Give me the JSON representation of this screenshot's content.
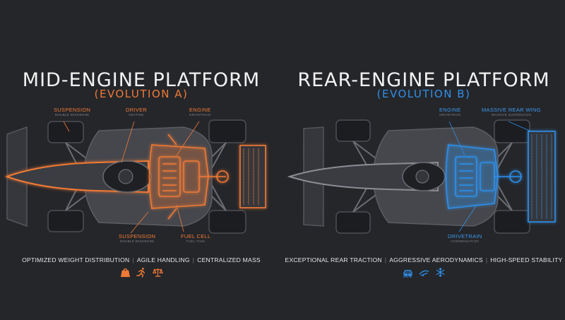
{
  "colors": {
    "background": "#25262a",
    "mid_accent": "#ef7a36",
    "rear_accent": "#2f8fe8"
  },
  "mid": {
    "title": "MID-ENGINE PLATFORM",
    "subtitle": "(EVOLUTION A)",
    "callouts": {
      "suspension_top": {
        "title": "SUSPENSION",
        "sub": "DOUBLE WISHBONE"
      },
      "driver": {
        "title": "DRIVER",
        "sub": "SEATING"
      },
      "engine": {
        "title": "ENGINE",
        "sub": "DRIVETRAIN"
      },
      "suspension_bottom": {
        "title": "SUSPENSION",
        "sub": "DOUBLE WISHBONE"
      },
      "fuel_cell": {
        "title": "FUEL CELL",
        "sub": "FUEL TANK"
      }
    },
    "features": [
      "OPTIMIZED WEIGHT DISTRIBUTION",
      "AGILE HANDLING",
      "CENTRALIZED MASS"
    ],
    "feature_separator": "|",
    "icons": [
      "weight-icon",
      "runner-icon",
      "balance-scale-icon"
    ]
  },
  "rear": {
    "title": "REAR-ENGINE PLATFORM",
    "subtitle": "(EVOLUTION B)",
    "callouts": {
      "engine": {
        "title": "ENGINE",
        "sub": "DRIVETRAIN"
      },
      "rear_wing": {
        "title": "MASSIVE REAR WING",
        "sub": "MASSIVE SUSPENSION"
      },
      "drivetrain": {
        "title": "DRIVETRAIN",
        "sub": "CONDENSATION"
      }
    },
    "features": [
      "EXCEPTIONAL REAR TRACTION",
      "AGGRESSIVE AERODYNAMICS",
      "HIGH-SPEED STABILITY"
    ],
    "feature_separator": "|",
    "icons": [
      "traction-car-icon",
      "aero-wing-icon",
      "stability-snowflake-icon"
    ]
  }
}
